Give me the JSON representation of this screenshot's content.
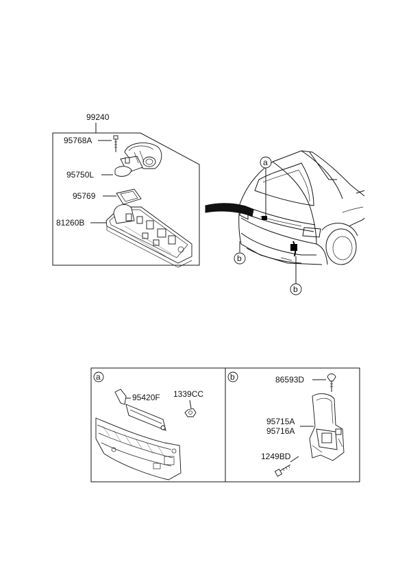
{
  "assembly_label": "99240",
  "upper_callouts": {
    "bolt": "95768A",
    "camera_unit": "95750L",
    "gasket": "95769",
    "housing": "81260B"
  },
  "car_markers": {
    "a": "a",
    "b_left": "b",
    "b_right": "b"
  },
  "panel_a": {
    "badge": "a",
    "bracket": "95420F",
    "nut": "1339CC"
  },
  "panel_b": {
    "badge": "b",
    "clip": "86593D",
    "sensor_line1": "95715A",
    "sensor_line2": "95716A",
    "screw": "1249BD"
  }
}
